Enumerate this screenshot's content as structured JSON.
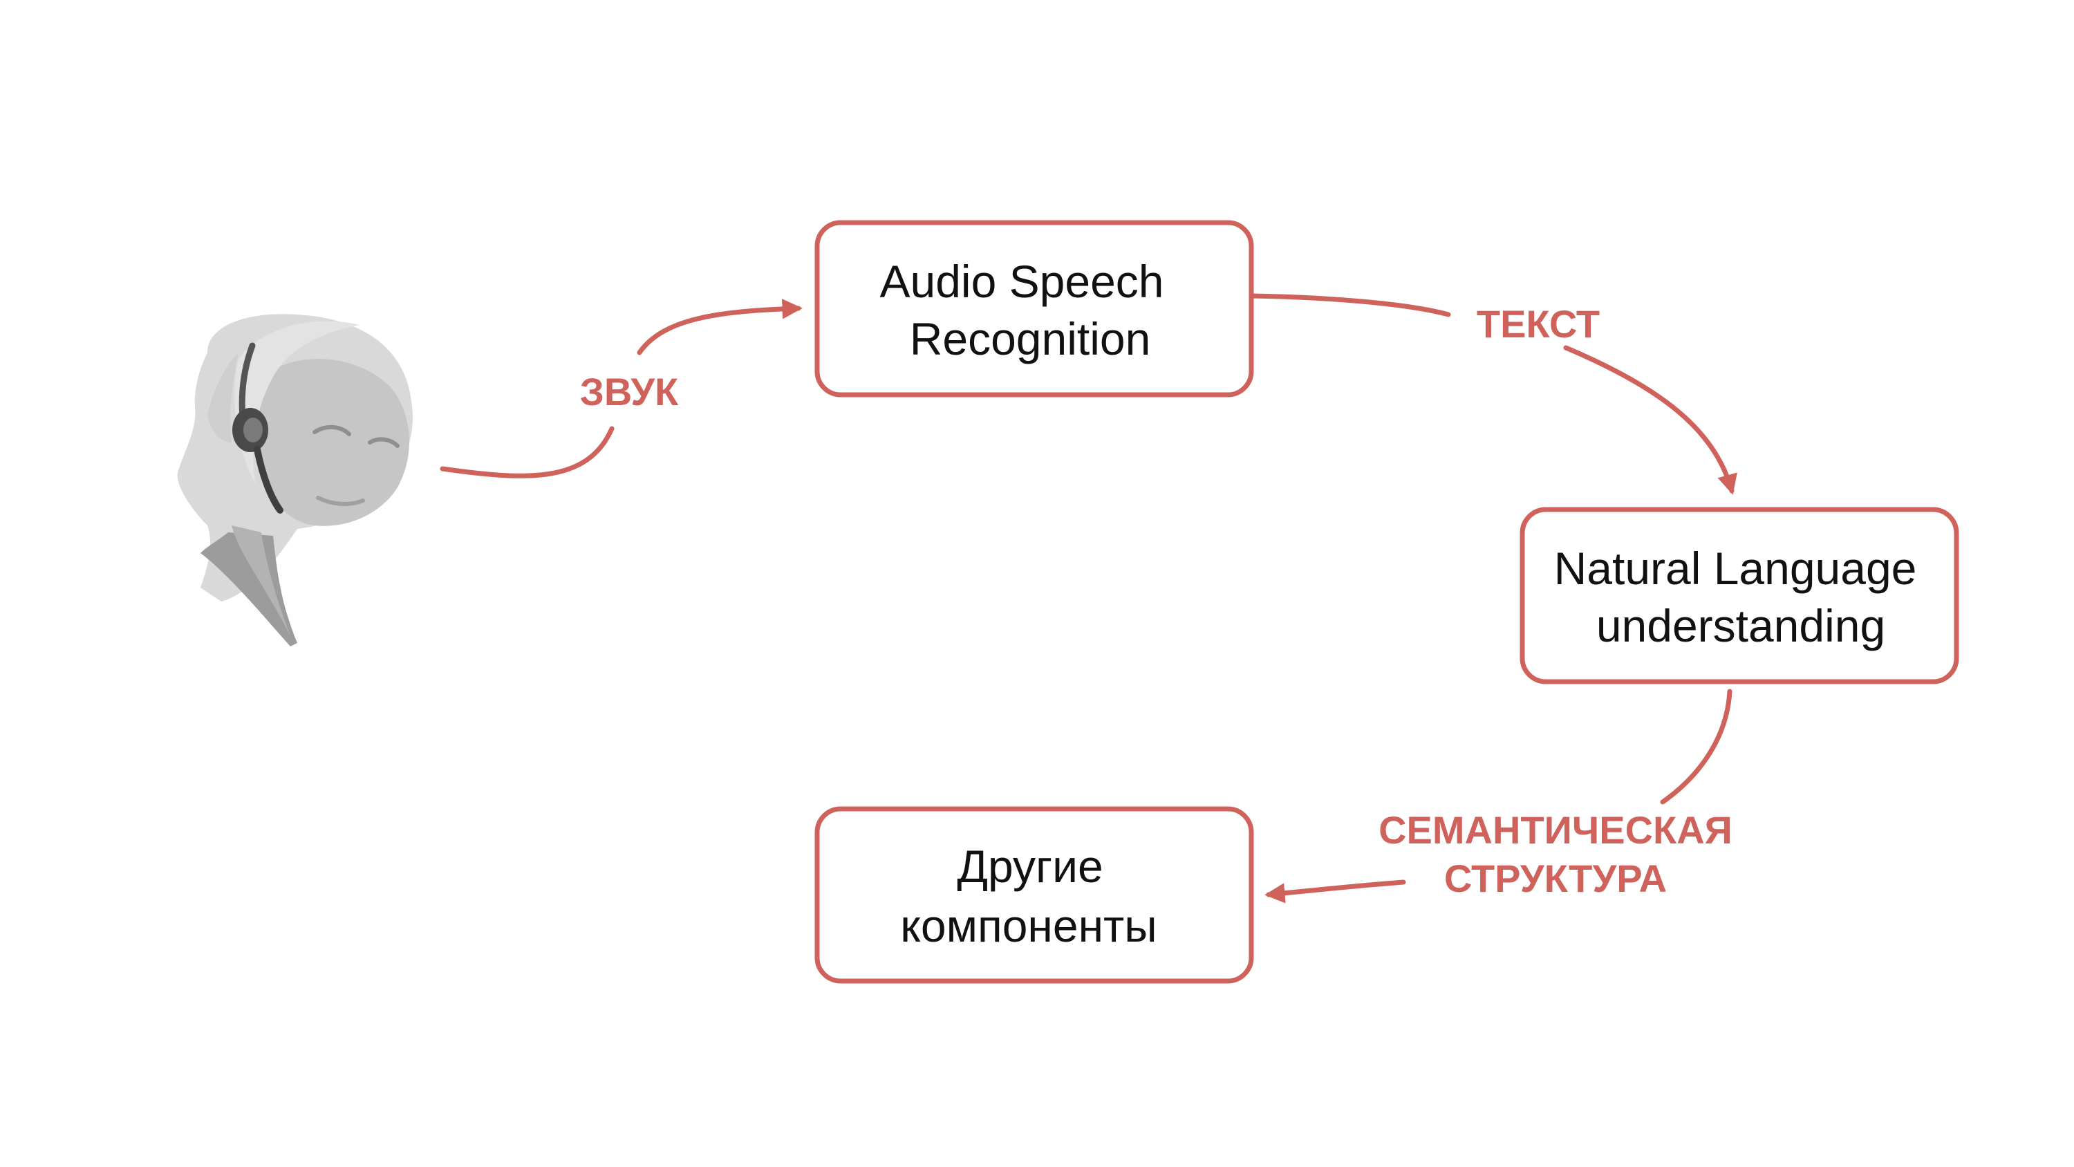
{
  "colors": {
    "accent": "#d0625c",
    "node_text": "#111111",
    "background": "#ffffff"
  },
  "user": {
    "icon": "person-with-headset-icon"
  },
  "nodes": {
    "asr": {
      "line1": "Audio Speech",
      "line2": "Recognition"
    },
    "nlu": {
      "line1": "Natural Language",
      "line2": "understanding"
    },
    "other": {
      "line1": "Другие",
      "line2": "компоненты"
    }
  },
  "edges": {
    "user_to_asr": {
      "label": "ЗВУК"
    },
    "asr_to_nlu": {
      "label": "ТЕКСТ"
    },
    "nlu_to_other": {
      "line1": "СЕМАНТИЧЕСКАЯ",
      "line2": "СТРУКТУРА"
    }
  }
}
